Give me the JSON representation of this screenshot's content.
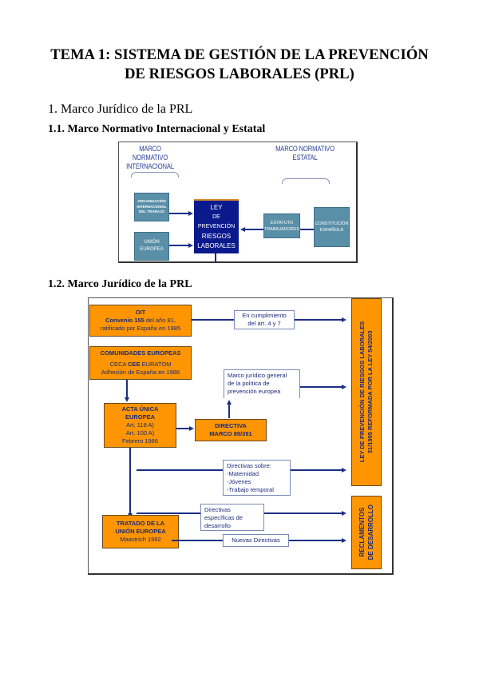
{
  "document": {
    "title_line1": "TEMA 1: SISTEMA DE GESTIÓN DE LA PREVENCIÓN",
    "title_line2": "DE RIESGOS LABORALES (PRL)",
    "section_1": "1. Marco Jurídico de la PRL",
    "section_1_1": "1.1. Marco Normativo Internacional y Estatal",
    "section_1_2": "1.2. Marco Jurídico de la PRL"
  },
  "diagram1": {
    "header_international_line1": "MARCO NORMATIVO",
    "header_international_line2": "INTERNACIONAL",
    "header_state_line1": "MARCO NORMATIVO",
    "header_state_line2": "ESTATAL",
    "oit_line1": "ORGANIZACIÓN",
    "oit_line2": "INTERNACIONAL",
    "oit_line3": "DEL TRABAJO",
    "ue_line1": "UNIÓN",
    "ue_line2": "EUROPEA",
    "ley_line1": "LEY",
    "ley_line2": "DE PREVENCIÓN",
    "ley_line3": "RIESGOS",
    "ley_line4": "LABORALES",
    "estatuto_line1": "ESTATUTO",
    "estatuto_line2": "TRABAJADORES",
    "constitucion_line1": "CONSTITUCIÓN",
    "constitucion_line2": "ESPAÑOLA",
    "colors": {
      "teal": "#5a8fa8",
      "navy": "#0a1a8c",
      "header_text": "#2a3f9a"
    }
  },
  "diagram2": {
    "oit": {
      "title": "OIT",
      "line2_bold": "Convenio 155",
      "line2_rest": " del año 81,",
      "line3": "ratificado por España en 1985"
    },
    "ce": {
      "title": "COMUNIDADES EUROPEAS",
      "line2_a": "CECA ",
      "line2_b": "CEE",
      "line2_c": " EURATOM",
      "line3": "Adhesión de España en 1986"
    },
    "acta": {
      "title1": "ACTA ÚNICA",
      "title2": "EUROPEA",
      "line3": "Art. 118 A)",
      "line4": "Art. 100 A)",
      "line5": "Febrero 1986"
    },
    "directiva": {
      "line1": "DIRECTIVA",
      "line2": "MARCO 89/391"
    },
    "tratado": {
      "title1": "TRATADO DE LA",
      "title2": "UNIÓN EUROPEA",
      "line3": "Maastrich 1992"
    },
    "cumplimiento": {
      "line1": "En cumplimiento",
      "line2": "del art. 4 y 7"
    },
    "marco_general": {
      "line1": "Marco jurídico general",
      "line2": "de la política de",
      "line3": "prevención europea"
    },
    "directivas_sobre": {
      "line1": "Directivas sobre:",
      "line2": "-Maternidad",
      "line3": "-Jóvenes",
      "line4": "-Trabajo temporal"
    },
    "directivas_especificas": {
      "line1": "Directivas",
      "line2": "específicas de",
      "line3": "desarrollo"
    },
    "nuevas_directivas": "Nuevas Directivas",
    "ley_vertical": {
      "line1": "LEY DE PREVENCIÓN DE RIESGOS LABORALES",
      "line2": "31/1995 REFORMADA POR LA LEY 54/2003"
    },
    "reglamentos_vertical": {
      "line1": "RECLAMENTOS",
      "line2": "DE DESARROLLO"
    },
    "colors": {
      "orange": "#ff9500",
      "line": "#1c2f85",
      "text": "#1a2a7a"
    }
  }
}
